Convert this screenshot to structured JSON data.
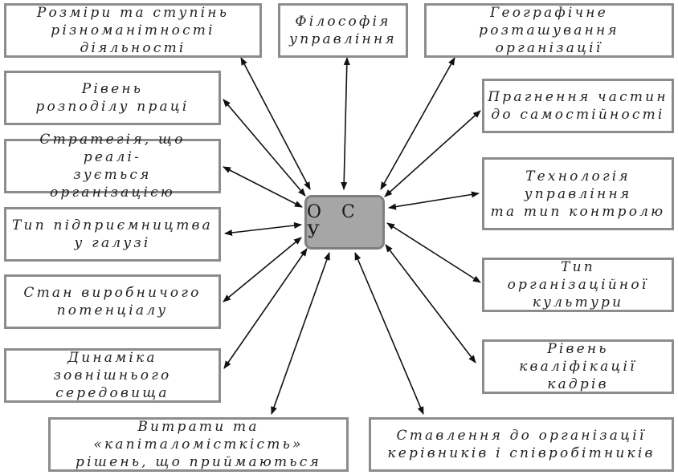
{
  "center": {
    "label": "О С У"
  },
  "factors": [
    {
      "id": "size",
      "label": "Розміри та ступінь\nрізноманітності діяльності"
    },
    {
      "id": "philosophy",
      "label": "Філософія\nуправління"
    },
    {
      "id": "geo",
      "label": "Географічне\nрозташування організації"
    },
    {
      "id": "division",
      "label": "Рівень\nрозподілу праці"
    },
    {
      "id": "autonomy",
      "label": "Прагнення частин\nдо самостійності"
    },
    {
      "id": "strategy",
      "label": "Стратегія, що реалі-\nзується організацією"
    },
    {
      "id": "technology",
      "label": "Технологія\nуправління\nта тип контролю"
    },
    {
      "id": "enterprise",
      "label": "Тип підприємництва\nу галузі"
    },
    {
      "id": "culture",
      "label": "Тип організаційної\nкультури"
    },
    {
      "id": "potential",
      "label": "Стан виробничого\nпотенціалу"
    },
    {
      "id": "qualification",
      "label": "Рівень\nкваліфікації кадрів"
    },
    {
      "id": "dynamics",
      "label": "Динаміка зовнішнього\nсередовища"
    },
    {
      "id": "costs",
      "label": "Витрати та «капіталомісткість»\nрішень, що приймаються"
    },
    {
      "id": "attitude",
      "label": "Ставлення до організації\nкерівників і співробітників"
    }
  ]
}
